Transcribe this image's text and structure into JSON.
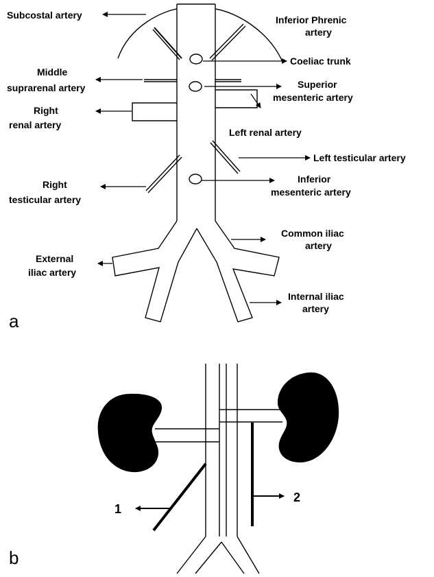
{
  "panel_a": {
    "panel_label": "a",
    "labels": {
      "subcostal": "Subcostal artery",
      "inferior_phrenic_1": "Inferior Phrenic",
      "inferior_phrenic_2": "artery",
      "coeliac": "Coeliac trunk",
      "middle_suprarenal_1": "Middle",
      "middle_suprarenal_2": "suprarenal artery",
      "superior_mesenteric_1": "Superior",
      "superior_mesenteric_2": "mesenteric artery",
      "right_renal_1": "Right",
      "right_renal_2": "renal artery",
      "left_renal": "Left renal artery",
      "left_testicular": "Left testicular artery",
      "right_testicular_1": "Right",
      "right_testicular_2": "testicular artery",
      "inferior_mesenteric_1": "Inferior",
      "inferior_mesenteric_2": "mesenteric artery",
      "common_iliac_1": "Common iliac",
      "common_iliac_2": "artery",
      "external_iliac_1": "External",
      "external_iliac_2": "iliac artery",
      "internal_iliac_1": "Internal iliac",
      "internal_iliac_2": "artery"
    }
  },
  "panel_b": {
    "panel_label": "b",
    "marker_1": "1",
    "marker_2": "2"
  }
}
